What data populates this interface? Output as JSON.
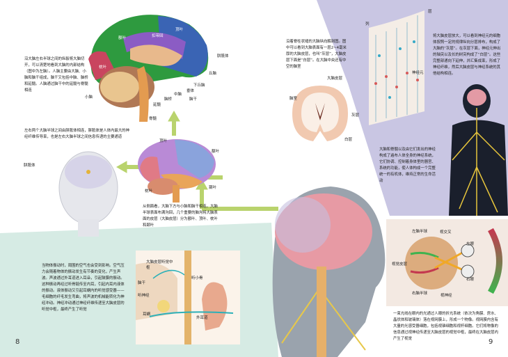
{
  "colors": {
    "lavender": "#c9c6e3",
    "mint": "#d6ebe4",
    "peach": "#f3e9e2",
    "arrow": "#b9d36d"
  },
  "left_page": {
    "number": "8",
    "text_intro": "沿大脑左右半球之间的纵裂将大脑切开，可以清楚地看到大脑的内部结构（图中为左脑）。人脑主要由大脑、小脑和脑干组成，脑干又包括中脑、脑桥和延髓。人脑通过脑干中的延髓与脊髓相连",
    "text_corpus": "左右两个大脑半球之间由胼胝体相连，胼胝体是人体内最大的神经纤维传导束，也是左右大脑半球之间信息传递的主要通道",
    "head_label": "胼胝体",
    "sagittal_labels": {
      "parietal": "顶叶",
      "frontal": "额叶",
      "cingulate": "扣带回",
      "occipital": "枕叶",
      "corpus": "胼胝体",
      "thalamus": "丘脑",
      "hypothalamus": "下丘脑",
      "pituitary": "垂体",
      "midbrain": "中脑",
      "pons": "脑桥",
      "brainstem": "脑干",
      "medulla": "延髓",
      "cerebellum": "小脑",
      "spinal": "脊髓"
    },
    "lateral_labels": {
      "parietal": "顶叶",
      "frontal": "额叶",
      "occipital": "枕叶",
      "temporal": "颞叶"
    },
    "lateral_caption": "从侧面看，大脑下方与小脑和脑干相连。大脑半球表面布满沟回，几个重要的脑沟将大脑表面的皮层（大脑皮层）分为额叶、顶叶、枕叶和颞叶",
    "hearing_text": "当物体振动时，周围的空气也会受到影响。空气压力会随着物体的振动发生有节奏的变化，产生声波。声波通过外耳道进入耳朵，引起鼓膜的振动。这种振动再经过听骨链传至内耳，引起内耳内液体的振动。液体振动又引起耳蜗内的听觉感受器——毛细胞的纤毛发生弯曲，将声波的机械能转化为神经冲动。神经冲动通过神经纤维传递至大脑皮层的听觉中枢，最终产生了听觉",
    "ear_labels": {
      "cortex": "大脑皮层听觉中枢",
      "brainstem": "脑干",
      "nerve": "听神经",
      "cochlea": "耳蜗",
      "ossicles": "听小骨",
      "canal": "外耳道"
    }
  },
  "right_page": {
    "number": "9",
    "text_coronal": "沿着脊柱状缝的大脑纵向解剖图。图中可以看到大脑表面有一层2~4毫米厚的大脑皮层，也叫“灰层”，大脑皮层下面是“白层”。在大脑中央还有中空的脑室",
    "coronal_labels": {
      "cortex": "大脑皮层",
      "ventricle": "脑室",
      "gray": "灰层",
      "white": "白层"
    },
    "neuron_labels": {
      "layer": "层",
      "column": "列",
      "neuron": "神经元"
    },
    "text_neuron": "将大脑皮层放大，可以看到神经元的细胞体按照一定的规律纵向分层排布，构成了大脑的“灰层”。在灰层下面，神经元伸出的轴突以及长的树突构成了“白层”。这些完整部通向下延伸，并汇集成束，形成了神经纤维，然后大脑皮层与神经系统的其他结构相连。",
    "text_nervous": "大脑和脊髓以及由它们发出的神经构成了遍布人体全身的神经系统，它们协调、控制着身体里的器官、系统的功能，使人体构成一个完整统一的有机体，维持正常的生命活动",
    "vision_labels": {
      "left_hemi": "左脑半球",
      "chiasm": "视交叉",
      "left_eye": "左眼",
      "visual_cortex": "视觉皮层",
      "right_eye": "右眼",
      "right_hemi": "右脑半球",
      "optic_nerve": "视神经"
    },
    "vision_text": "一束光线在眼内的光通过人眼的折光系统（依次为角膜、房水、晶状体和玻璃体）落在视网膜上，形成一个物像。视网膜内含有大量的光感受器细胞，包括视锥细胞和视杆细胞。它们将物像的信息通过视神经传递至大脑皮层的视觉中枢，最终在大脑皮层内产生了视觉"
  }
}
